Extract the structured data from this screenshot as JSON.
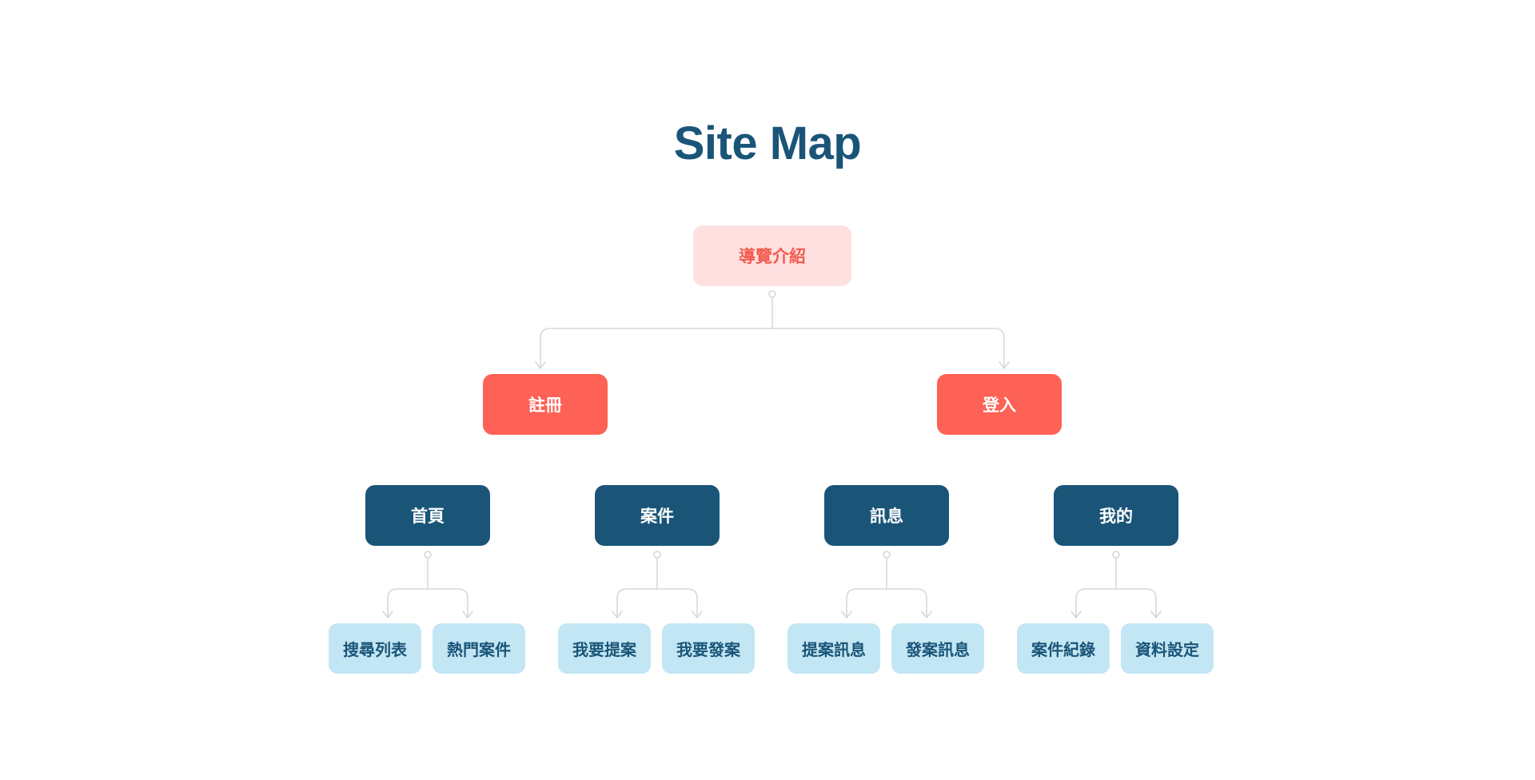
{
  "title": "Site Map",
  "root": {
    "label": "導覽介紹"
  },
  "level1": [
    {
      "label": "註冊"
    },
    {
      "label": "登入"
    }
  ],
  "sections": [
    {
      "label": "首頁",
      "children": [
        {
          "label": "搜尋列表"
        },
        {
          "label": "熱門案件"
        }
      ]
    },
    {
      "label": "案件",
      "children": [
        {
          "label": "我要提案"
        },
        {
          "label": "我要發案"
        }
      ]
    },
    {
      "label": "訊息",
      "children": [
        {
          "label": "提案訊息"
        },
        {
          "label": "發案訊息"
        }
      ]
    },
    {
      "label": "我的",
      "children": [
        {
          "label": "案件紀錄"
        },
        {
          "label": "資料設定"
        }
      ]
    }
  ],
  "colors": {
    "title": "#1a5578",
    "root_bg": "#ffe0e0",
    "root_text": "#f35a4f",
    "level1_bg": "#fe6155",
    "section_bg": "#1a5578",
    "leaf_bg": "#c3e6f4",
    "leaf_text": "#1a5578",
    "connector": "#d5d8de"
  }
}
